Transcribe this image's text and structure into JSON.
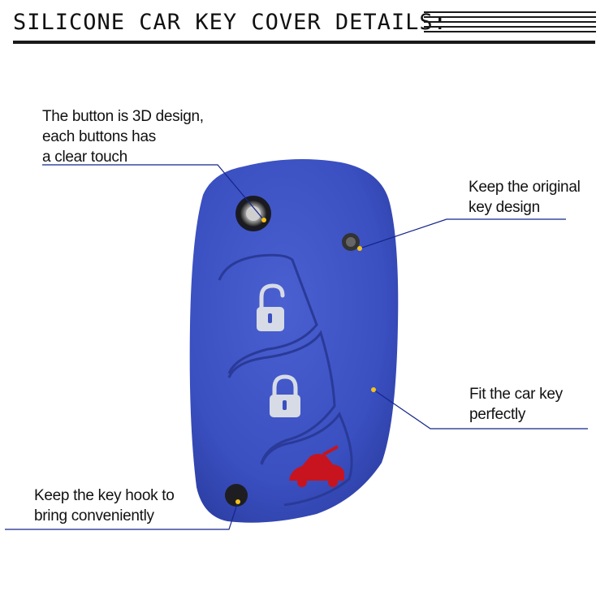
{
  "header": {
    "title": "SILICONE CAR KEY COVER DETAILS:"
  },
  "callouts": [
    {
      "id": "button-3d",
      "lines": [
        "The button is 3D design,",
        "each buttons has",
        "a clear touch"
      ]
    },
    {
      "id": "original-design",
      "lines": [
        "Keep the original",
        "key design"
      ]
    },
    {
      "id": "fit",
      "lines": [
        "Fit the car key",
        "perfectly"
      ]
    },
    {
      "id": "key-hook",
      "lines": [
        "Keep the key hook to",
        "bring conveniently"
      ]
    }
  ],
  "icons": {
    "unlock_button": "unlocked-padlock-icon",
    "lock_button": "locked-padlock-icon",
    "trunk_button": "car-trunk-icon"
  },
  "colors": {
    "cover": "#3a4fc0",
    "icon": "#d6dbe6",
    "trunk_icon": "#c8141e",
    "leader_line": "#15258a",
    "dot": "#f5c21a"
  }
}
